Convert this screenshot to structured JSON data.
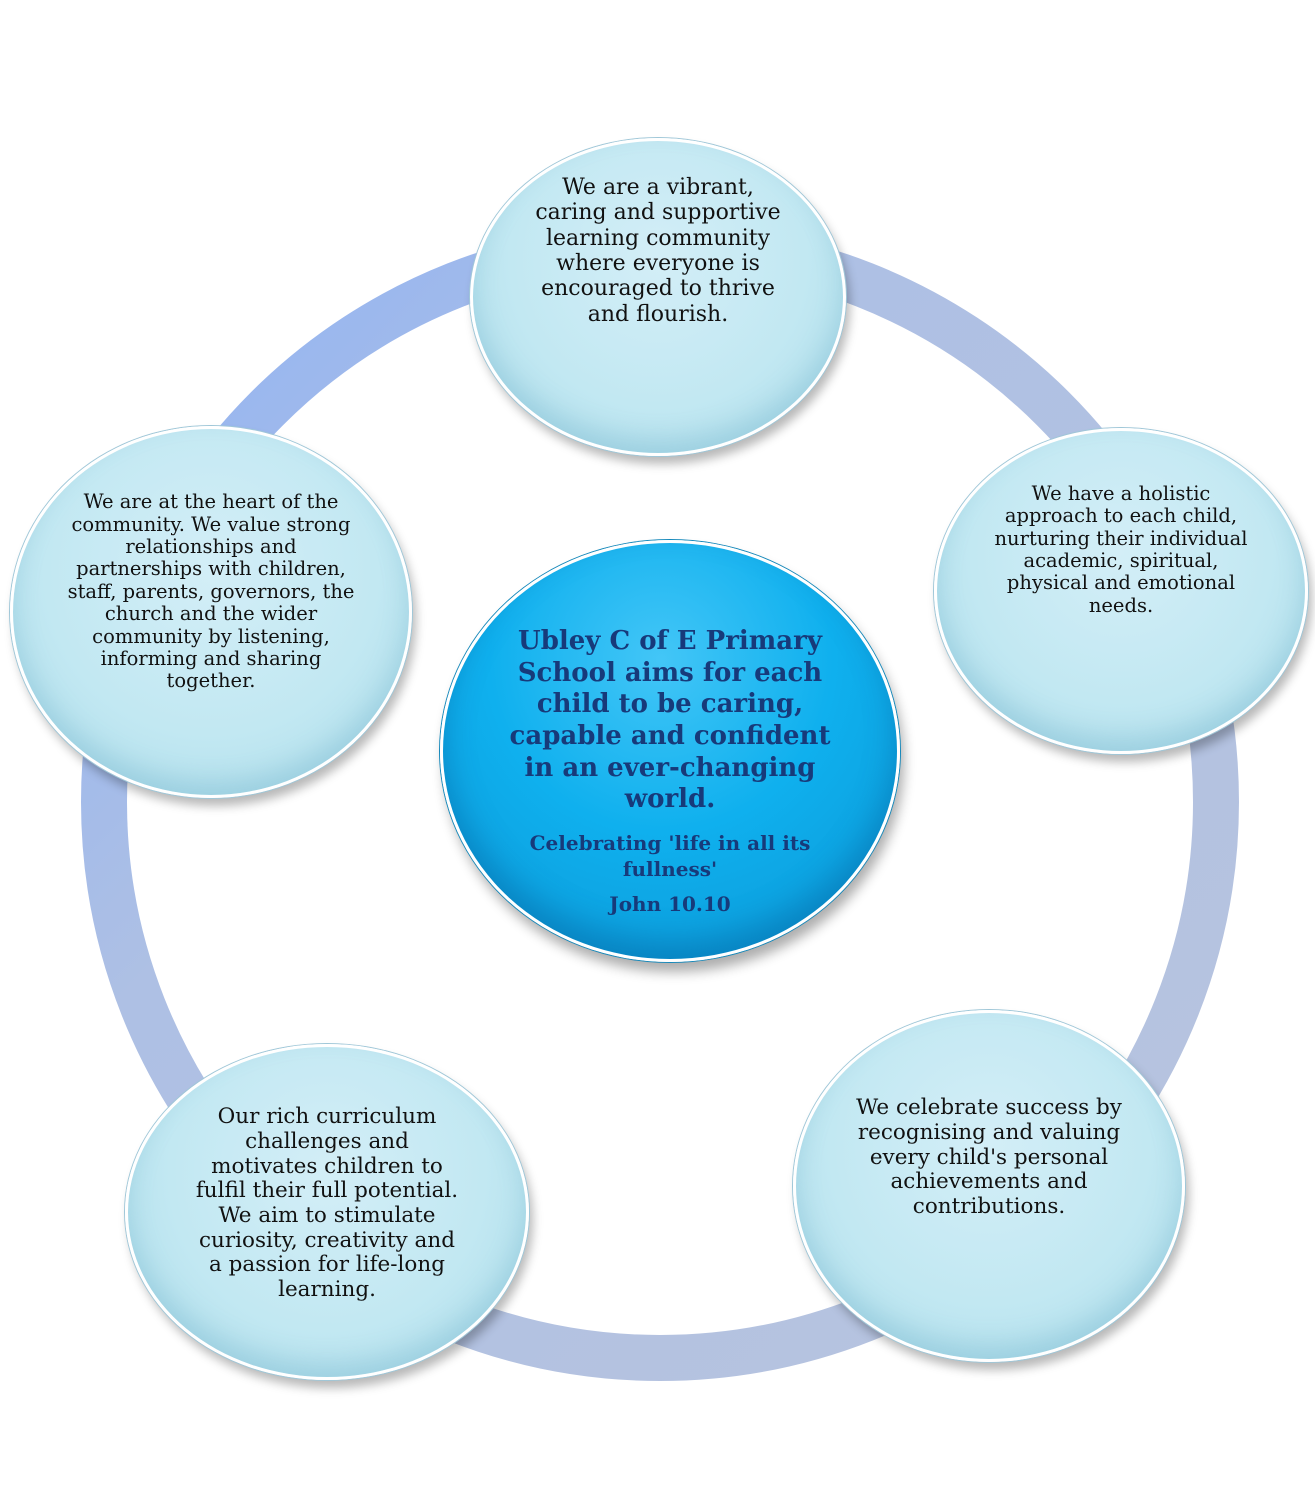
{
  "center": {
    "aim": "Ubley C of E Primary School aims for each child to be caring, capable and confident in an ever-changing world.",
    "quote": "Celebrating 'life in all its fullness'",
    "reference": "John 10.10"
  },
  "nodes": {
    "top": "We are a vibrant, caring and supportive learning community where everyone is encouraged to thrive and flourish.",
    "right": "We have a holistic approach to each child, nurturing their individual academic, spiritual, physical and emotional needs.",
    "bottom_right": "We celebrate success by recognising and valuing every child's personal achievements and contributions.",
    "bottom_left": "Our rich curriculum challenges and motivates children to fulfil their full potential. We aim to stimulate curiosity, creativity and a passion for life-long learning.",
    "left": "We are at the heart of the community. We value strong relationships and partnerships with children, staff, parents, governors, the church and the wider community by listening, informing and sharing together."
  },
  "colors": {
    "ring": "#b8c6e2",
    "ring_highlight": "#94b6f2",
    "node_fill": "#c2e8f2",
    "center_fill": "#0fb0ee",
    "center_text": "#173a7a"
  }
}
